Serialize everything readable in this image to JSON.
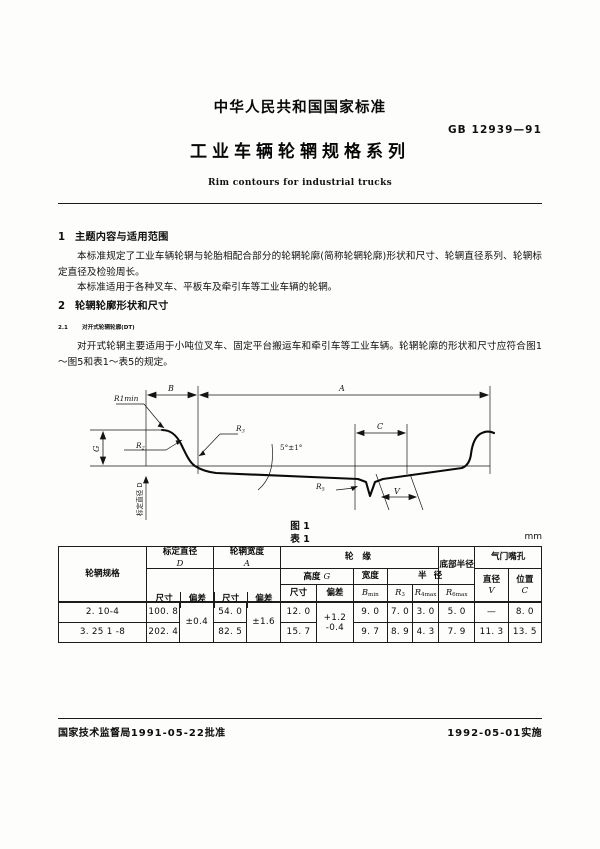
{
  "header": {
    "nation_line": "中华人民共和国国家标准",
    "standard_no": "GB 12939—91",
    "title": "工业车辆轮辋规格系列",
    "title_en": "Rim contours for industrial trucks"
  },
  "sections": [
    {
      "num": "1",
      "heading": "主题内容与适用范围",
      "paragraphs": [
        "本标准规定了工业车辆轮辋与轮胎相配合部分的轮辋轮廓(简称轮辋轮廓)形状和尺寸、轮辋直径系列、轮辋标定直径及检验周长。",
        "本标准适用于各种叉车、平板车及牵引车等工业车辆的轮辋。"
      ]
    },
    {
      "num": "2",
      "heading": "轮辋轮廓形状和尺寸",
      "paragraphs": []
    },
    {
      "num": "2.1",
      "heading": "对开式轮辋轮廓(DT)",
      "paragraphs": [
        "对开式轮辋主要适用于小吨位叉车、固定平台搬运车和牵引车等工业车辆。轮辋轮廓的形状和尺寸应符合图1～图5和表1～表5的规定。"
      ]
    }
  ],
  "figure": {
    "caption": "图 1",
    "labels": {
      "dim_b": "B",
      "dim_a": "A",
      "dim_c": "C",
      "dim_g": "G",
      "dim_v": "V",
      "r1min": "R1min",
      "r2": "R2",
      "r3": "R3",
      "r5": "R5",
      "angle": "5°±1°",
      "diameter_axis": "标定直径 D"
    }
  },
  "table": {
    "caption": "表 1",
    "unit": "mm",
    "headers": {
      "spec": "轮辋规格",
      "nominal_diameter": "标定直径",
      "nominal_diameter_sym": "D",
      "rim_width": "轮辋宽度",
      "rim_width_sym": "A",
      "flange": "轮    缘",
      "height": "高度",
      "height_sym": "G",
      "width": "宽度",
      "radius": "半    径",
      "bottom_radius": "底部半径",
      "bottom_radius_sym": "R6max",
      "valve_hole": "气门嘴孔",
      "valve_dia": "直径",
      "valve_dia_sym": "V",
      "valve_pos": "位置",
      "valve_pos_sym": "C",
      "size": "尺寸",
      "deviation": "偏差",
      "b_min": "Bmin",
      "r3": "R3",
      "r4max": "R4max"
    },
    "tolerances": {
      "diameter": "±0.4",
      "width": "±1.6",
      "height_plus": "+1.2",
      "height_minus": "-0.4"
    },
    "rows": [
      {
        "spec": "2. 10-4",
        "d_size": "100. 8",
        "a_size": "54. 0",
        "g_size": "12. 0",
        "b_min": "9. 0",
        "r3": "7. 0",
        "r4max": "3. 0",
        "r6max": "5. 0",
        "v": "—",
        "c": "8. 0"
      },
      {
        "spec": "3. 25 1 -8",
        "d_size": "202. 4",
        "a_size": "82. 5",
        "g_size": "15. 7",
        "b_min": "9. 7",
        "r3": "8. 9",
        "r4max": "4. 3",
        "r6max": "7. 9",
        "v": "11. 3",
        "c": "13. 5"
      }
    ]
  },
  "footer": {
    "left_org": "国家技术监督局",
    "left_date": "1991-05-22",
    "left_action": "批准",
    "right_date": "1992-05-01",
    "right_action": "实施"
  }
}
